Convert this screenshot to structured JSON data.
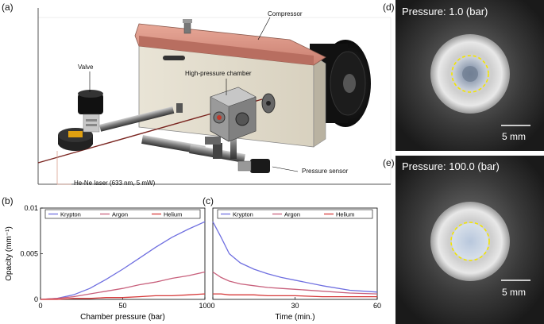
{
  "panels": {
    "a": "(a)",
    "b": "(b)",
    "c": "(c)",
    "d": "(d)",
    "e": "(e)"
  },
  "apparatus": {
    "callouts": {
      "compressor": "Compressor",
      "valve": "Valve",
      "chamber": "High-pressure chamber",
      "laser": "He-Ne laser (633 nm, 5 mW)",
      "sensor": "Pressure sensor"
    }
  },
  "photos": {
    "d": {
      "caption": "Pressure: 1.0 (bar)",
      "scale": "5 mm"
    },
    "e": {
      "caption": "Pressure: 100.0 (bar)",
      "scale": "5 mm"
    }
  },
  "colors": {
    "krypton": "#6f6fe0",
    "argon": "#c8607c",
    "helium": "#d63a3a"
  },
  "chart_data": [
    {
      "type": "line",
      "panel": "b",
      "ylabel": "Opacity (mm⁻¹)",
      "xlabel": "Chamber pressure (bar)",
      "xlim": [
        0,
        100
      ],
      "ylim": [
        0,
        0.01
      ],
      "xticks": [
        "0",
        "50",
        "100"
      ],
      "yticks": [
        "0",
        "0.005",
        "0.01"
      ],
      "legend": [
        "Krypton",
        "Argon",
        "Helium"
      ],
      "x": [
        0,
        10,
        20,
        30,
        40,
        50,
        60,
        70,
        80,
        90,
        100
      ],
      "series": [
        {
          "name": "Krypton",
          "values": [
            0,
            0.0001,
            0.0005,
            0.0012,
            0.0022,
            0.0033,
            0.0045,
            0.0057,
            0.0068,
            0.0077,
            0.0085
          ]
        },
        {
          "name": "Argon",
          "values": [
            0,
            0.0001,
            0.0003,
            0.0006,
            0.0009,
            0.0012,
            0.0016,
            0.0019,
            0.0023,
            0.0026,
            0.003
          ]
        },
        {
          "name": "Helium",
          "values": [
            0,
            0.0,
            0.0001,
            0.0001,
            0.0002,
            0.0002,
            0.0003,
            0.0004,
            0.0004,
            0.0005,
            0.0006
          ]
        }
      ]
    },
    {
      "type": "line",
      "panel": "c",
      "xlabel": "Time (min.)",
      "xlim": [
        0,
        60
      ],
      "ylim": [
        0,
        0.01
      ],
      "xticks": [
        "0",
        "30",
        "60"
      ],
      "legend": [
        "Krypton",
        "Argon",
        "Helium"
      ],
      "x": [
        0,
        3,
        6,
        10,
        15,
        20,
        25,
        30,
        40,
        50,
        60
      ],
      "series": [
        {
          "name": "Krypton",
          "values": [
            0.0085,
            0.0068,
            0.005,
            0.004,
            0.0033,
            0.0028,
            0.0024,
            0.0021,
            0.0015,
            0.001,
            0.0008
          ]
        },
        {
          "name": "Argon",
          "values": [
            0.003,
            0.0024,
            0.002,
            0.0017,
            0.0015,
            0.0013,
            0.0012,
            0.0011,
            0.0009,
            0.0007,
            0.0006
          ]
        },
        {
          "name": "Helium",
          "values": [
            0.0006,
            0.0006,
            0.0005,
            0.0005,
            0.0005,
            0.0004,
            0.0004,
            0.0004,
            0.0003,
            0.0003,
            0.0003
          ]
        }
      ]
    }
  ]
}
